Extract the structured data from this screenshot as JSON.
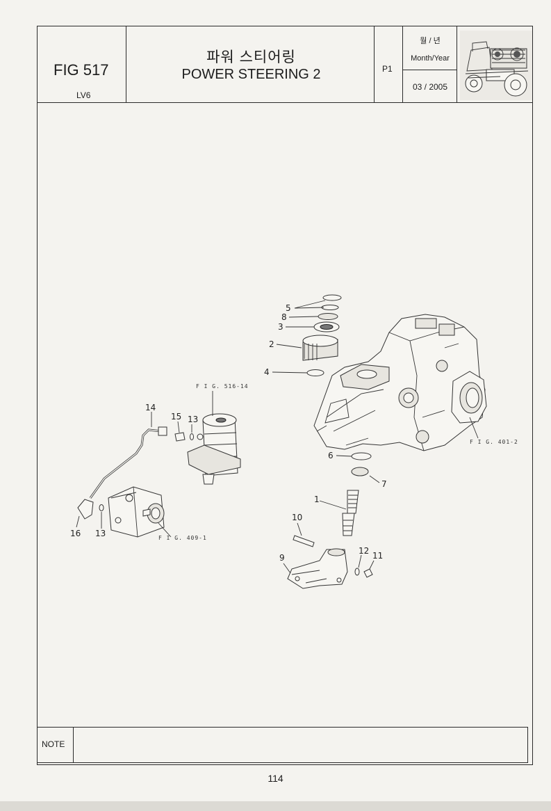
{
  "header": {
    "fig_number": "FIG 517",
    "model": "LV6",
    "title_ko": "파워 스티어링",
    "title_en": "POWER STEERING 2",
    "page_code": "P1",
    "month_year_label_ko": "월 / 년",
    "month_year_label_en": "Month/Year",
    "month_year_value": "03 / 2005",
    "thumbnail_icon": "tractor-thumbnail-icon"
  },
  "diagram": {
    "callouts": [
      "5",
      "8",
      "3",
      "2",
      "4",
      "6",
      "7",
      "1",
      "10",
      "9",
      "12",
      "11",
      "14",
      "15",
      "13",
      "16",
      "13"
    ],
    "references": [
      "F I G. 516-14",
      "F I G. 401-2",
      "F I G. 409-1"
    ]
  },
  "footer": {
    "note_label": "NOTE",
    "note_text": "",
    "page_number": "114"
  }
}
